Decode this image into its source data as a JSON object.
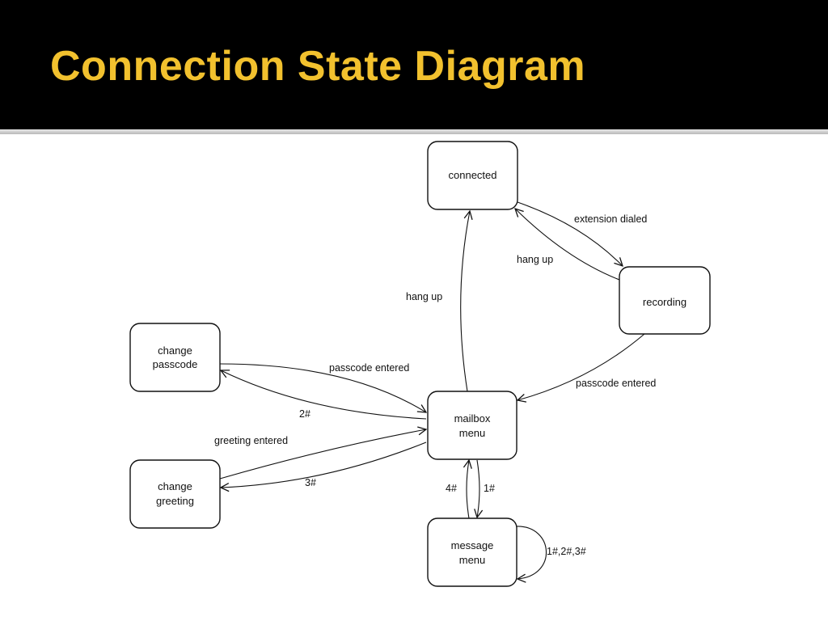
{
  "slide": {
    "title": "Connection State Diagram"
  },
  "colors": {
    "title": "#f2c12e",
    "background": "#000000",
    "diagram_background": "#ffffff",
    "stroke": "#111111"
  },
  "states": {
    "connected": {
      "lines": [
        "connected"
      ]
    },
    "recording": {
      "lines": [
        "recording"
      ]
    },
    "change_passcode": {
      "lines": [
        "change",
        "passcode"
      ]
    },
    "mailbox_menu": {
      "lines": [
        "mailbox",
        "menu"
      ]
    },
    "change_greeting": {
      "lines": [
        "change",
        "greeting"
      ]
    },
    "message_menu": {
      "lines": [
        "message",
        "menu"
      ]
    }
  },
  "transitions": [
    {
      "from": "connected",
      "to": "recording",
      "label": "extension dialed"
    },
    {
      "from": "recording",
      "to": "connected",
      "label": "hang up"
    },
    {
      "from": "mailbox_menu",
      "to": "connected",
      "label": "hang up"
    },
    {
      "from": "recording",
      "to": "mailbox_menu",
      "label": "passcode entered"
    },
    {
      "from": "change_passcode",
      "to": "mailbox_menu",
      "label": "passcode entered"
    },
    {
      "from": "mailbox_menu",
      "to": "change_passcode",
      "label": "2#"
    },
    {
      "from": "change_greeting",
      "to": "mailbox_menu",
      "label": "greeting entered"
    },
    {
      "from": "mailbox_menu",
      "to": "change_greeting",
      "label": "3#"
    },
    {
      "from": "message_menu",
      "to": "mailbox_menu",
      "label": "4#"
    },
    {
      "from": "mailbox_menu",
      "to": "message_menu",
      "label": "1#"
    },
    {
      "from": "message_menu",
      "to": "message_menu",
      "label": "1#,2#,3#"
    }
  ]
}
